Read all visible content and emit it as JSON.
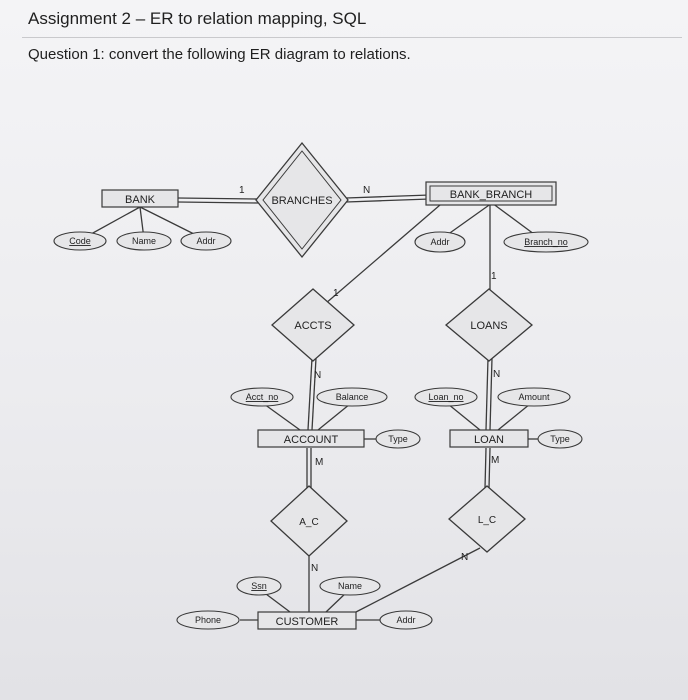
{
  "header": {
    "title": "Assignment 2 – ER to relation mapping, SQL",
    "question": "Question 1: convert the following ER diagram to relations."
  },
  "diagram": {
    "entities": {
      "bank": "BANK",
      "bank_branch": "BANK_BRANCH",
      "account": "ACCOUNT",
      "loan": "LOAN",
      "customer": "CUSTOMER"
    },
    "relationships": {
      "branches": "BRANCHES",
      "accts": "ACCTS",
      "loans": "LOANS",
      "a_c": "A_C",
      "l_c": "L_C"
    },
    "attributes": {
      "bank_code": "Code",
      "bank_name": "Name",
      "bank_addr": "Addr",
      "branch_addr": "Addr",
      "branch_no": "Branch_no",
      "acct_no": "Acct_no",
      "balance": "Balance",
      "account_type": "Type",
      "loan_no": "Loan_no",
      "amount": "Amount",
      "loan_type": "Type",
      "ssn": "Ssn",
      "customer_name": "Name",
      "phone": "Phone",
      "customer_addr": "Addr"
    },
    "cardinalities": {
      "branches_bank": "1",
      "branches_branch": "N",
      "accts_branch": "1",
      "accts_account": "N",
      "loans_branch": "1",
      "loans_loan": "N",
      "ac_account": "M",
      "ac_customer": "N",
      "lc_loan": "M",
      "lc_customer": "N"
    }
  },
  "colors": {
    "shape_fill": "#e6e6e8",
    "stroke": "#3a3a3a",
    "text": "#222222"
  }
}
